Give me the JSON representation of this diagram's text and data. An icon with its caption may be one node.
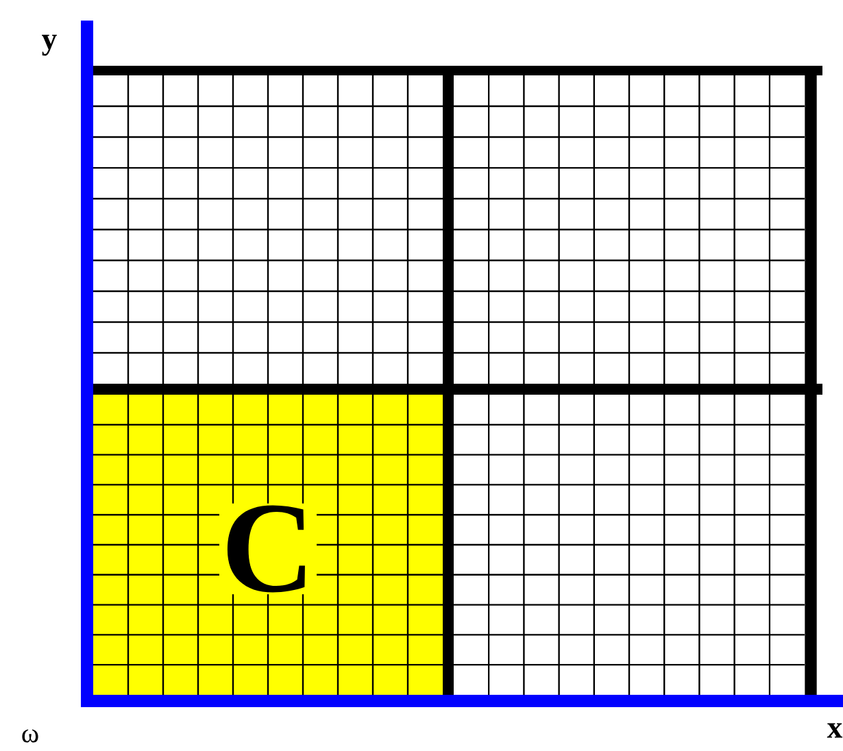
{
  "diagram": {
    "nodes": [
      {
        "text": [],
        "shape": "box"
      },
      {
        "text": [],
        "shape": "box"
      },
      {
        "text": [
          "C"
        ]
      },
      {
        "text": [],
        "shape": "box"
      }
    ],
    "labels": [
      "y",
      "ω",
      "x"
    ]
  }
}
